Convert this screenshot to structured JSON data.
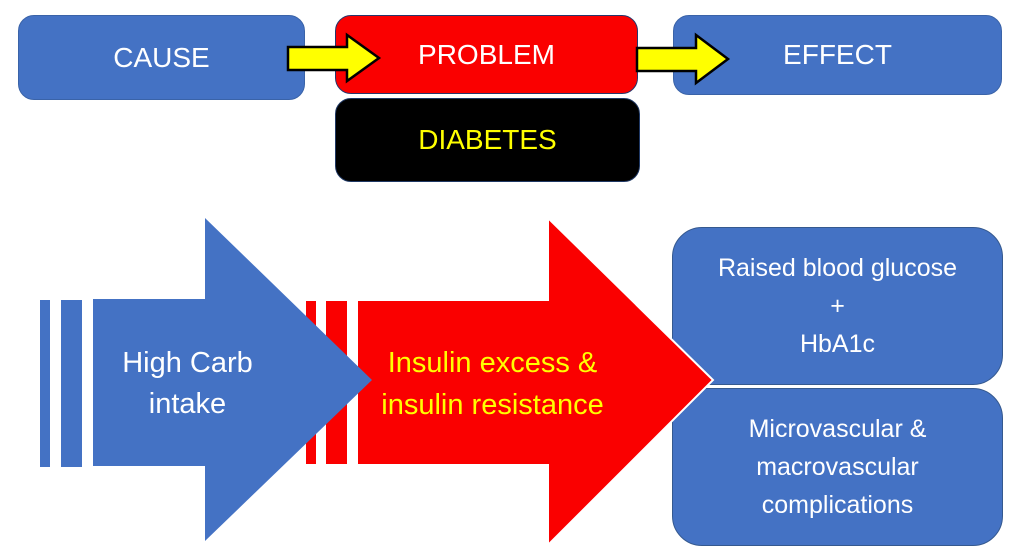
{
  "flow_header": {
    "cause_label": "CAUSE",
    "problem_label": "PROBLEM",
    "diabetes_label": "DIABETES",
    "effect_label": "EFFECT"
  },
  "flow_detail": {
    "cause_arrow": {
      "line1": "High Carb",
      "line2": "intake"
    },
    "problem_arrow": {
      "line1": "Insulin excess &",
      "line2": "insulin resistance"
    },
    "effect_top_box": {
      "line1": "Raised blood glucose",
      "line2": "+",
      "line3": "HbA1c"
    },
    "effect_bottom_box": {
      "line1": "Microvascular &",
      "line2": "macrovascular",
      "line3": "complications"
    }
  },
  "colors": {
    "box_blue": "#4472C4",
    "arrow_red": "#FA0000",
    "highlight_yellow": "#FFFF00",
    "box_black": "#000000",
    "text_white": "#FFFFFF",
    "yellow_arrow_outline": "#000000"
  }
}
